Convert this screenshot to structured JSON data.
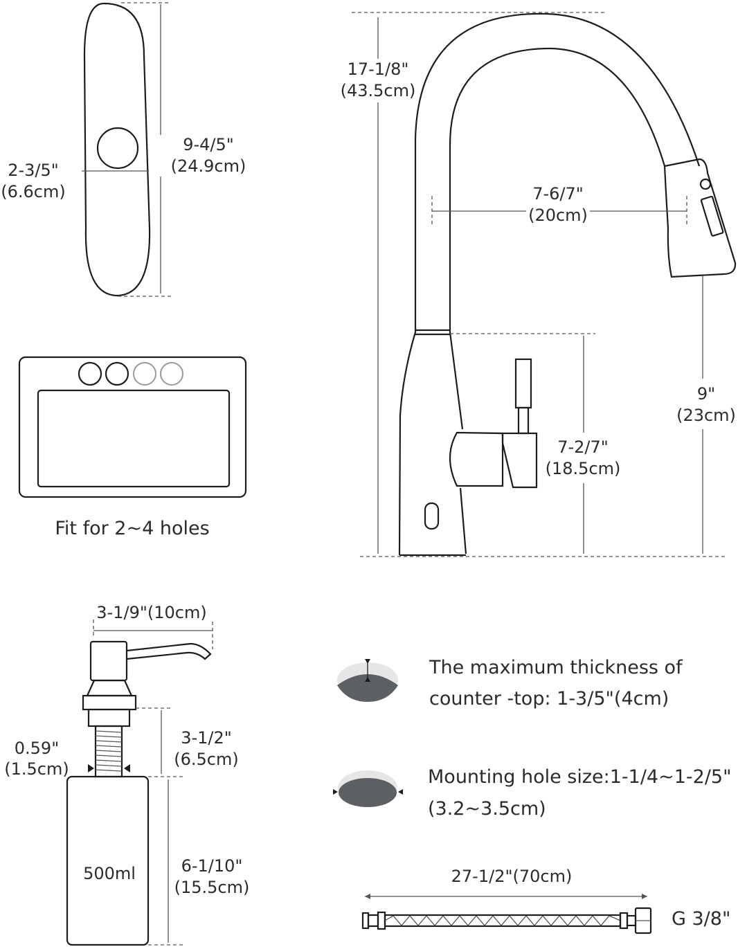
{
  "cover_plate": {
    "hole_label": [
      "2-3/5\"",
      "(6.6cm)"
    ],
    "height_label": [
      "9-4/5\"",
      "(24.9cm)"
    ]
  },
  "sink": {
    "caption": "Fit for 2~4 holes"
  },
  "faucet": {
    "total_height": [
      "17-1/8\"",
      "(43.5cm)"
    ],
    "reach": [
      "7-6/7\"",
      "(20cm)"
    ],
    "spout_height": [
      "9\"",
      "(23cm)"
    ],
    "handle_height": [
      "7-2/7\"",
      "(18.5cm)"
    ]
  },
  "soap_dispenser": {
    "nozzle_width": "3-1/9\"(10cm)",
    "shank_diameter": [
      "0.59\"",
      "(1.5cm)"
    ],
    "shank_length": [
      "3-1/2\"",
      "(6.5cm)"
    ],
    "bottle_height": [
      "6-1/10\"",
      "(15.5cm)"
    ],
    "bottle_volume": "500ml"
  },
  "notes": {
    "countertop_thickness": [
      "The maximum thickness of",
      "counter -top: 1-3/5\"(4cm)"
    ],
    "mounting_hole": [
      "Mounting hole size:1-1/4~1-2/5\"",
      "(3.2~3.5cm)"
    ]
  },
  "hose": {
    "length": "27-1/2\"(70cm)",
    "thread": "G 3/8\""
  },
  "colors": {
    "stroke": "#1c1c1c",
    "text": "#2b2b2b",
    "fill_dark": "#5c5f63",
    "fill_light": "#e6e6e6"
  }
}
